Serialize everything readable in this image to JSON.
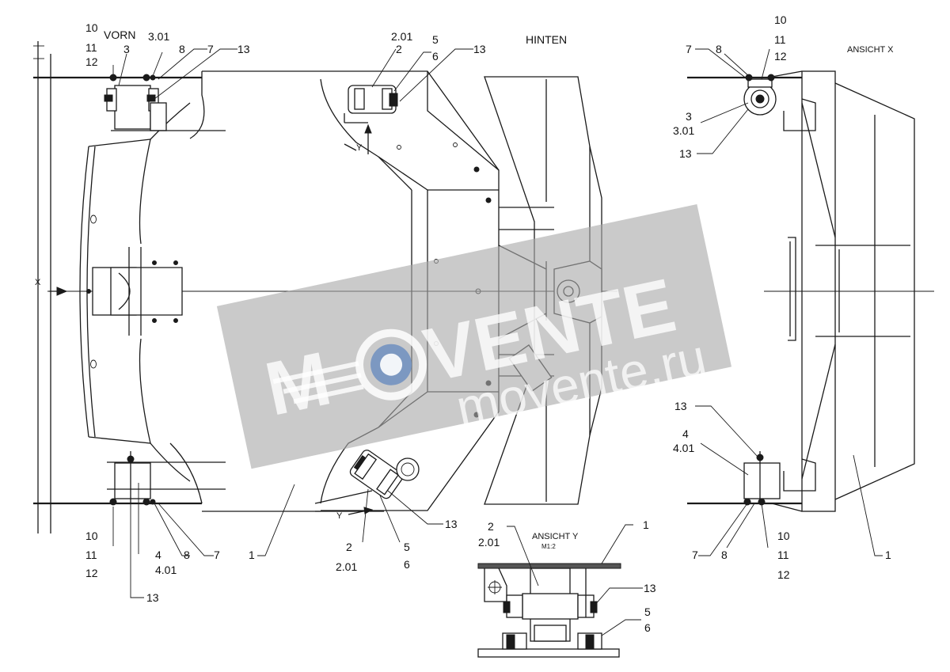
{
  "views": {
    "vorn": "VORN",
    "hinten": "HINTEN",
    "ansicht_x": "ANSICHT X",
    "ansicht_y": "ANSICHT Y",
    "ansicht_y_scale": "M1:2",
    "axis_x": "X",
    "arrow_y_top": "Y",
    "arrow_y_bottom": "Y"
  },
  "callouts": {
    "tl_10": "10",
    "tl_11": "11",
    "tl_12": "12",
    "tl_3": "3",
    "tl_301": "3.01",
    "tl_8": "8",
    "tl_7": "7",
    "tl_13": "13",
    "tc_201": "2.01",
    "tc_2": "2",
    "tc_5": "5",
    "tc_6": "6",
    "tc_13": "13",
    "bl_10": "10",
    "bl_11": "11",
    "bl_12": "12",
    "bl_4": "4",
    "bl_401": "4.01",
    "bl_8": "8",
    "bl_7": "7",
    "bl_13": "13",
    "bl_1": "1",
    "bc_13": "13",
    "bc_2": "2",
    "bc_201": "2.01",
    "bc_5": "5",
    "bc_6": "6",
    "ay_2": "2",
    "ay_201": "2.01",
    "ay_1": "1",
    "ay_13": "13",
    "ay_5": "5",
    "ay_6": "6",
    "rx_10": "10",
    "rx_7": "7",
    "rx_8": "8",
    "rx_11": "11",
    "rx_12": "12",
    "rx_3": "3",
    "rx_301": "3.01",
    "rx_13": "13",
    "rx_b13": "13",
    "rx_4": "4",
    "rx_401": "4.01",
    "rx_b10": "10",
    "rx_b7": "7",
    "rx_b8": "8",
    "rx_b11": "11",
    "rx_b12": "12",
    "rx_1": "1"
  },
  "watermark": {
    "brand_prefix": "M",
    "brand_suffix": "VENTE",
    "site": "movente.ru"
  }
}
